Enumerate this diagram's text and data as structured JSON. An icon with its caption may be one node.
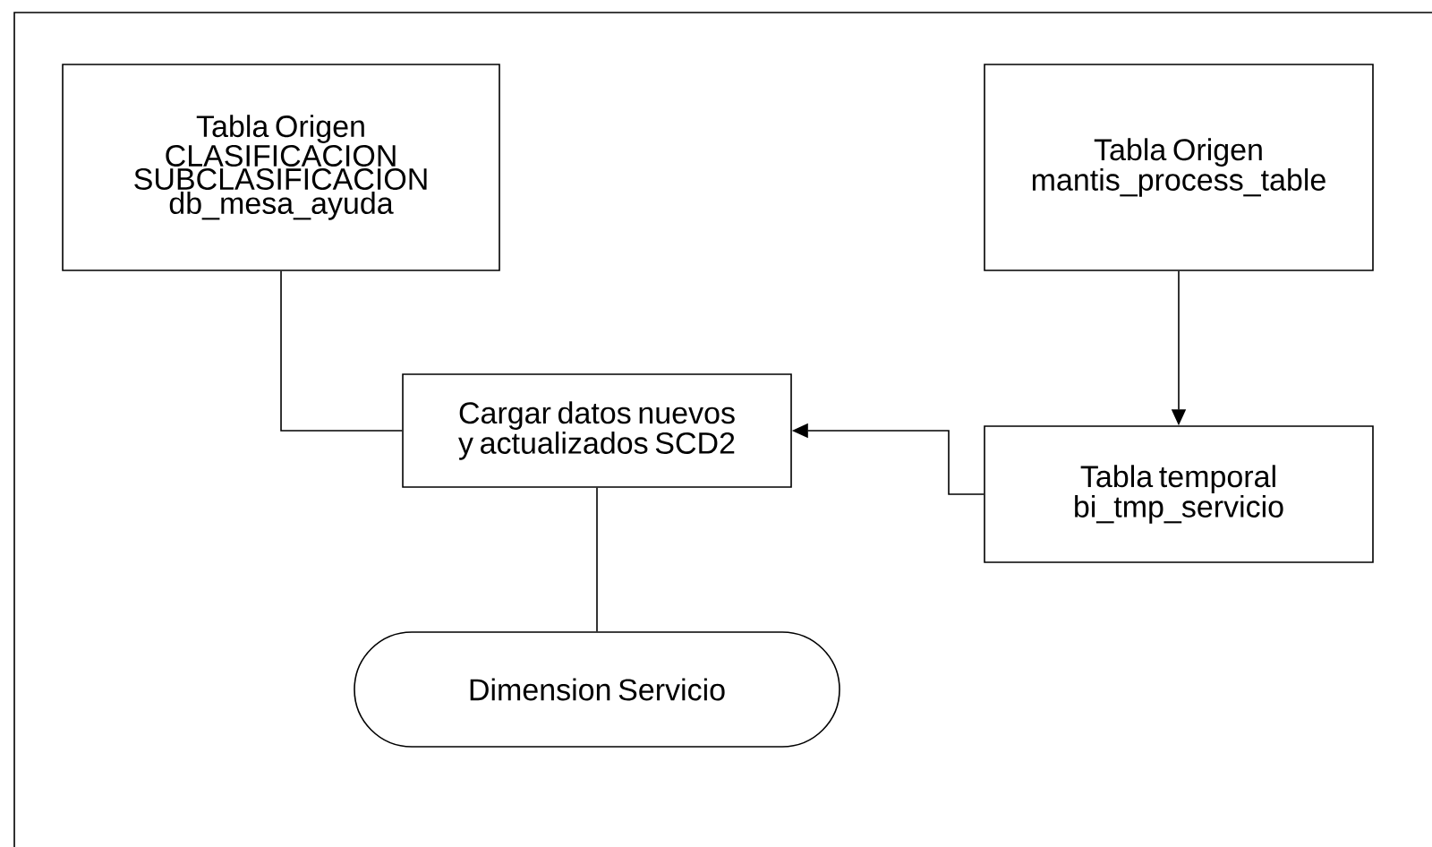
{
  "diagram": {
    "nodes": [
      {
        "text": [
          "Tabla Origen CLASIFICACION SUBCLASIFICACION db_mesa_ayuda"
        ]
      },
      {
        "text": [
          "Tabla Origen mantis_process_table"
        ]
      },
      {
        "text": [
          "Cargar datos nuevos y actualizados SCD2"
        ]
      },
      {
        "text": [
          "Tabla temporal bi_tmp_servicio"
        ]
      },
      {
        "text": [
          "Dimension Servicio"
        ]
      }
    ],
    "edges": [
      {
        "from": 0,
        "to": 2,
        "arrow": "none"
      },
      {
        "from": 1,
        "to": 3,
        "arrow": "to"
      },
      {
        "from": 3,
        "to": 2,
        "arrow": "to"
      },
      {
        "from": 2,
        "to": 4,
        "arrow": "none"
      }
    ]
  }
}
